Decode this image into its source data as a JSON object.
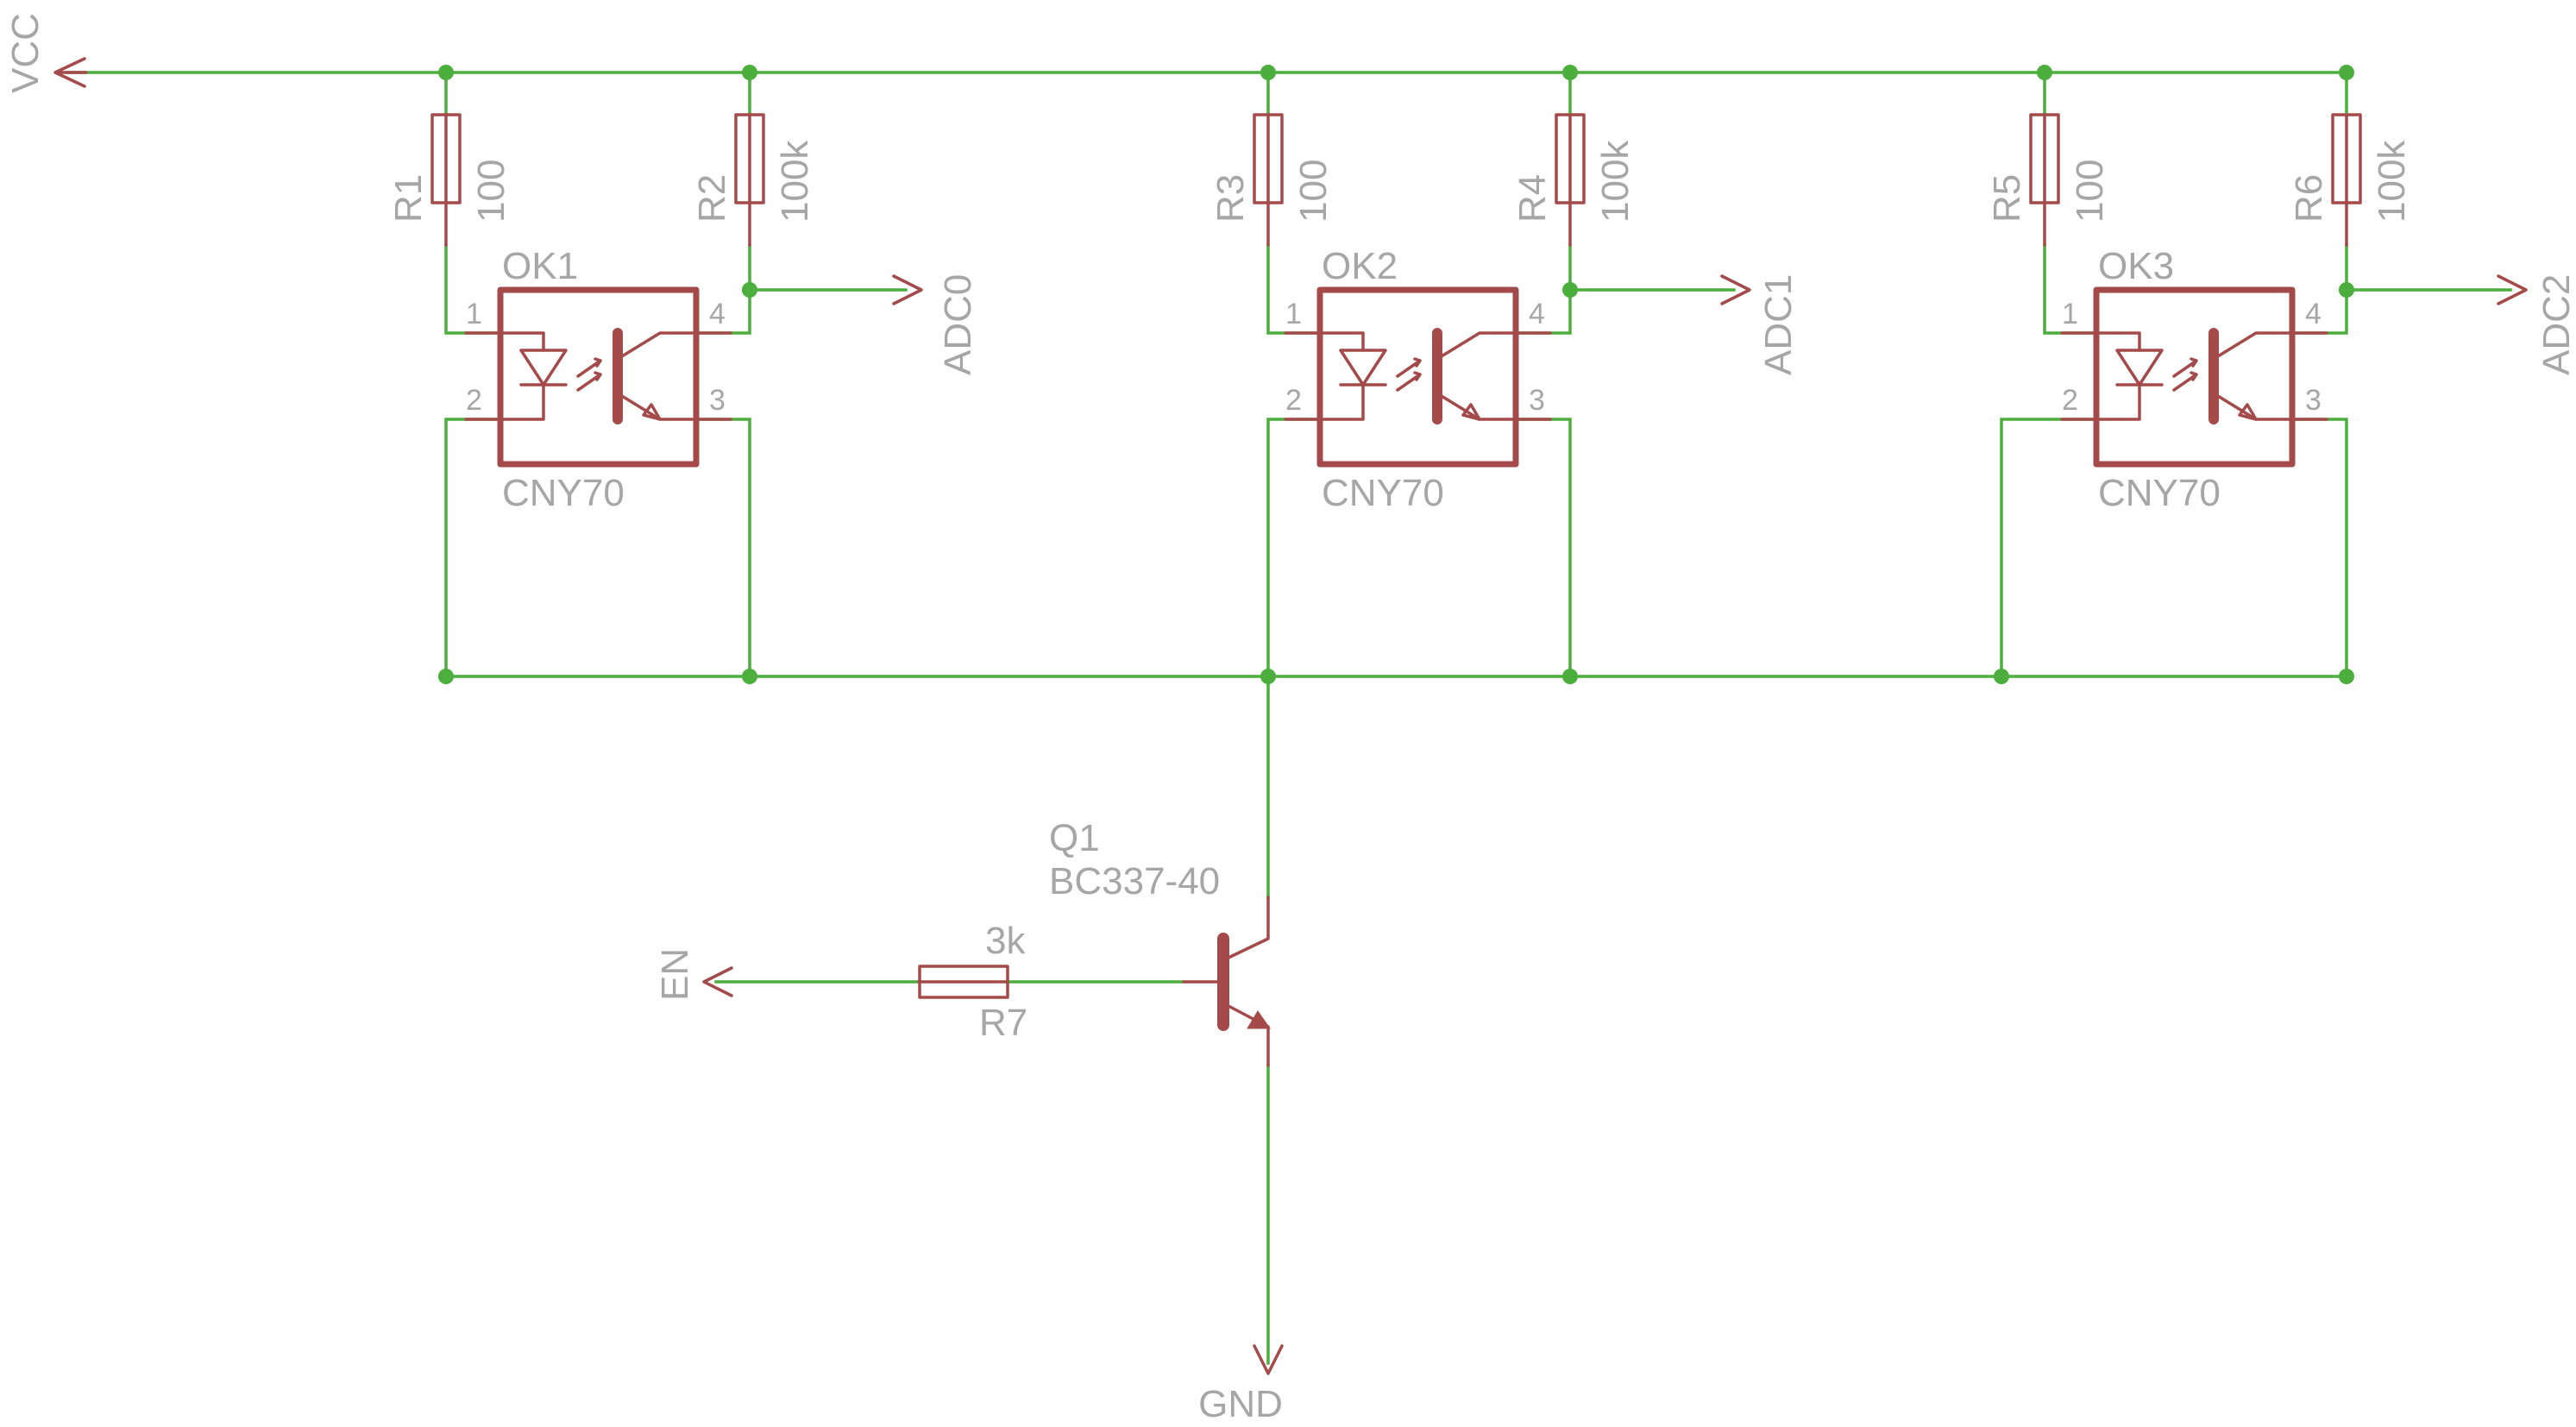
{
  "colors": {
    "wire": "#4cae3c",
    "part": "#a54a4a",
    "text": "#a6a6a6",
    "background": "#ffffff"
  },
  "nets": {
    "vcc": "VCC",
    "gnd": "GND",
    "en": "EN",
    "adc0": "ADC0",
    "adc1": "ADC1",
    "adc2": "ADC2"
  },
  "resistors": [
    {
      "ref": "R1",
      "value": "100"
    },
    {
      "ref": "R2",
      "value": "100k"
    },
    {
      "ref": "R3",
      "value": "100"
    },
    {
      "ref": "R4",
      "value": "100k"
    },
    {
      "ref": "R5",
      "value": "100"
    },
    {
      "ref": "R6",
      "value": "100k"
    },
    {
      "ref": "R7",
      "value": "3k"
    }
  ],
  "optocouplers": [
    {
      "ref": "OK1",
      "part": "CNY70",
      "pins": [
        "1",
        "2",
        "3",
        "4"
      ]
    },
    {
      "ref": "OK2",
      "part": "CNY70",
      "pins": [
        "1",
        "2",
        "3",
        "4"
      ]
    },
    {
      "ref": "OK3",
      "part": "CNY70",
      "pins": [
        "1",
        "2",
        "3",
        "4"
      ]
    }
  ],
  "transistor": {
    "ref": "Q1",
    "part": "BC337-40"
  }
}
